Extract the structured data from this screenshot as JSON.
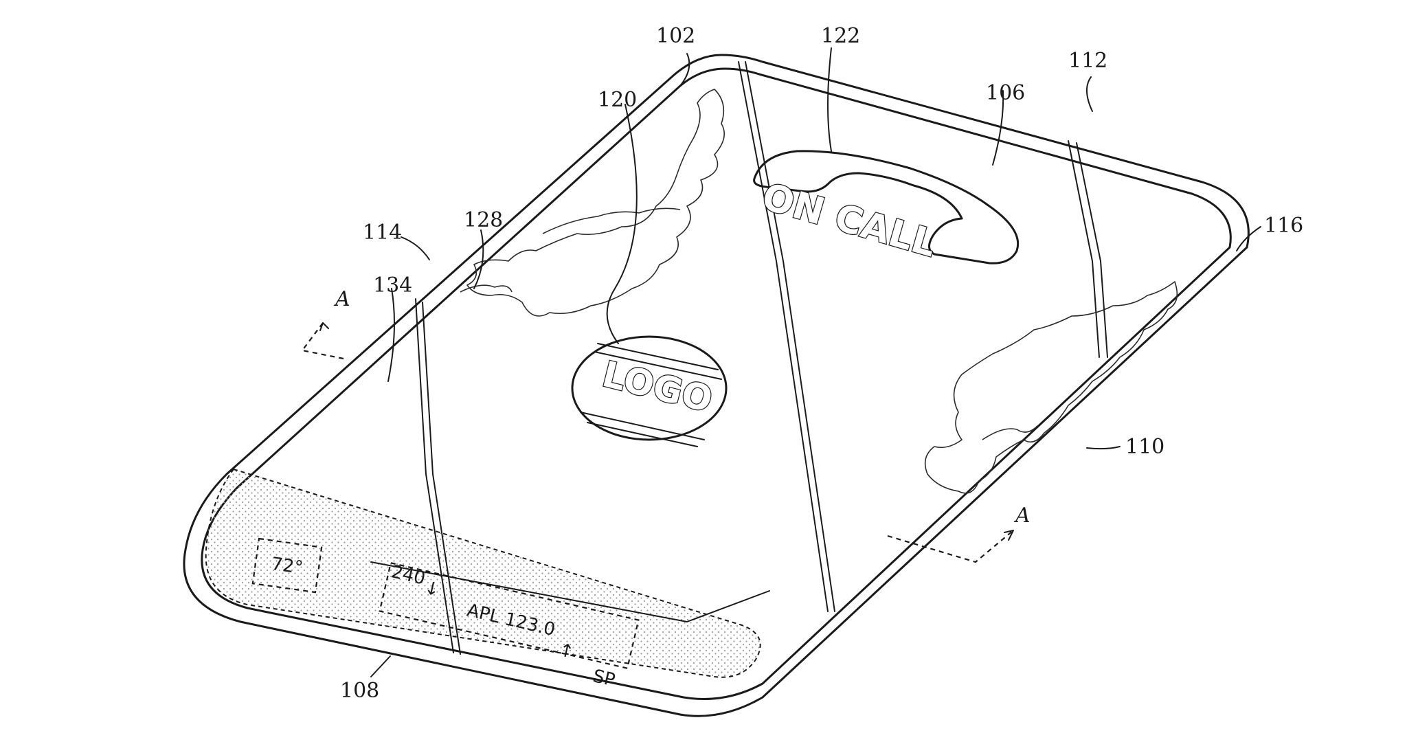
{
  "references": {
    "r102": "102",
    "r106": "106",
    "r108": "108",
    "r110": "110",
    "r112": "112",
    "r114": "114",
    "r116": "116",
    "r120": "120",
    "r122": "122",
    "r128": "128",
    "r134": "134"
  },
  "section_marks": {
    "upper": "A",
    "lower": "A"
  },
  "screen": {
    "logo_text": "LOGO",
    "call_status": "ON CALL",
    "temperature": "72°",
    "ticker_count": "240",
    "ticker_count_arrow": "↓",
    "ticker_quote": "APL 123.0",
    "ticker_quote_arrow": "↑",
    "ticker_index": "SP"
  },
  "colors": {
    "line": "#1a1a1a",
    "background": "#ffffff",
    "dot_fill": "#9a9a9a"
  }
}
